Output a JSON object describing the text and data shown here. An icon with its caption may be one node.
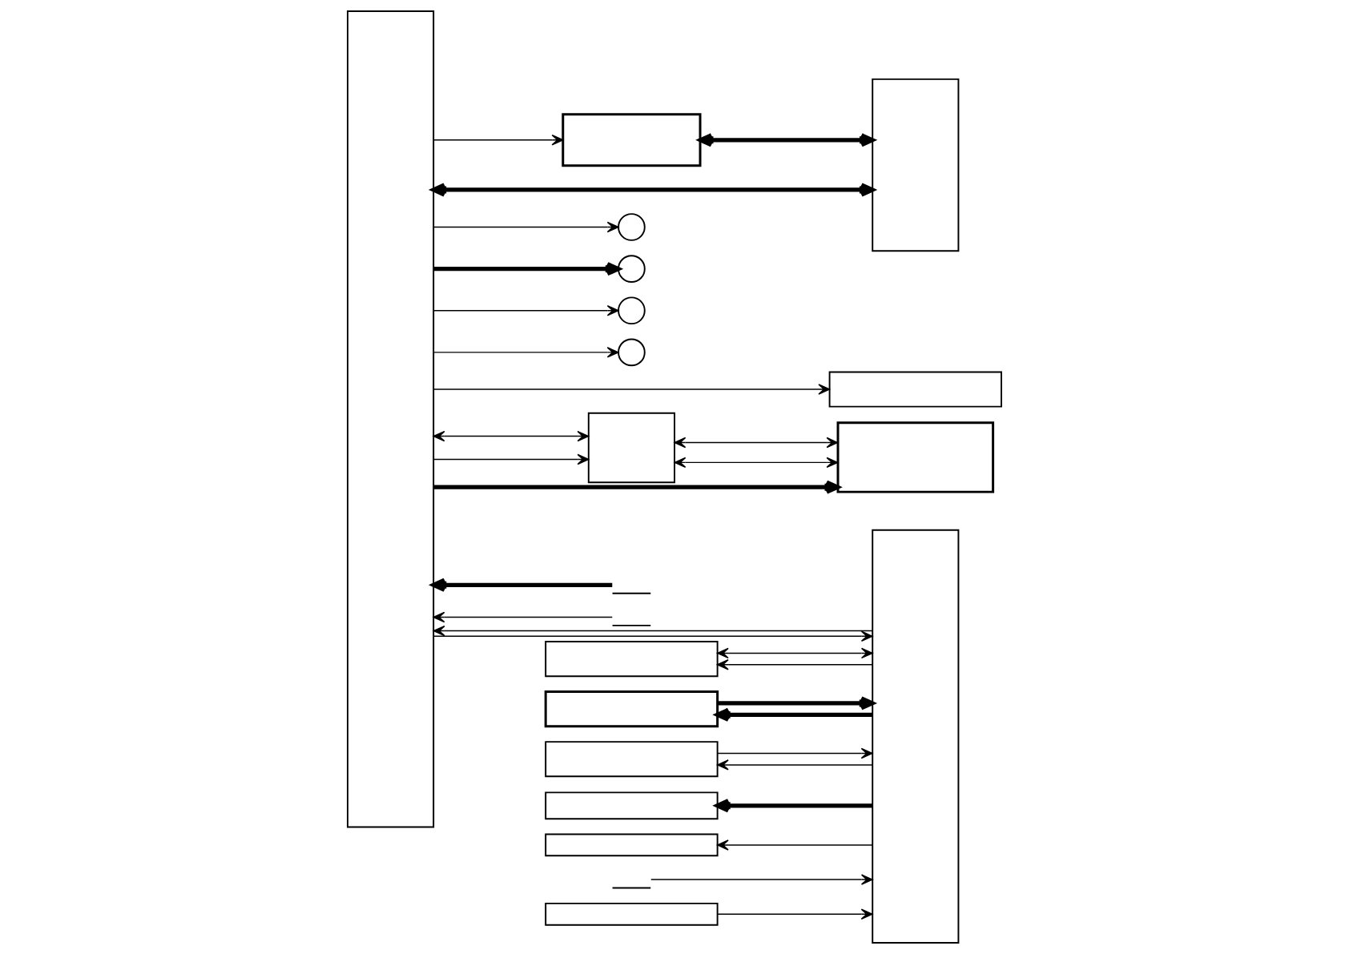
{
  "diagram": {
    "nodes": [
      {
        "text": [],
        "shape": "box"
      },
      {
        "text": [],
        "shape": "box"
      },
      {
        "text": [],
        "shape": "box"
      },
      {
        "text": [],
        "shape": "circle"
      },
      {
        "text": [],
        "shape": "circle"
      },
      {
        "text": [],
        "shape": "circle"
      },
      {
        "text": [],
        "shape": "circle"
      },
      {
        "text": [],
        "shape": "switch"
      },
      {
        "text": [],
        "shape": "switch"
      },
      {
        "text": [],
        "shape": "box"
      },
      {
        "text": [],
        "shape": "box"
      },
      {
        "text": [],
        "shape": "box"
      },
      {
        "text": [],
        "shape": "box"
      },
      {
        "text": [],
        "shape": "box"
      },
      {
        "text": [],
        "shape": "box"
      },
      {
        "text": [],
        "shape": "switch"
      },
      {
        "text": [],
        "shape": "box"
      },
      {
        "text": [],
        "shape": "box"
      },
      {
        "text": [],
        "shape": "box"
      },
      {
        "text": [],
        "shape": "box"
      }
    ],
    "edges": [
      {
        "from": 0,
        "to": 1,
        "arrow": "to"
      },
      {
        "from": 0,
        "to": 2,
        "arrow": "both",
        "style": "thick"
      },
      {
        "from": 2,
        "to": 1,
        "arrow": "both",
        "style": "thick"
      },
      {
        "from": 0,
        "to": 3,
        "arrow": "to"
      },
      {
        "from": 0,
        "to": 4,
        "arrow": "to",
        "style": "thick"
      },
      {
        "from": 0,
        "to": 5,
        "arrow": "to"
      },
      {
        "from": 0,
        "to": 6,
        "arrow": "to"
      },
      {
        "from": 7,
        "to": 0,
        "arrow": "to",
        "style": "thick"
      },
      {
        "from": 8,
        "to": 0,
        "arrow": "to"
      },
      {
        "from": 0,
        "to": 9,
        "arrow": "to"
      },
      {
        "from": 0,
        "to": 10,
        "arrow": "to"
      },
      {
        "from": 0,
        "to": 10,
        "arrow": "both"
      },
      {
        "from": 10,
        "to": 11,
        "arrow": "both"
      },
      {
        "from": 10,
        "to": 11,
        "arrow": "both"
      },
      {
        "from": 0,
        "to": 11,
        "arrow": "to",
        "style": "thick"
      },
      {
        "from": 0,
        "to": 12,
        "arrow": "to"
      },
      {
        "from": 12,
        "to": 0,
        "arrow": "to"
      },
      {
        "from": 12,
        "to": 13,
        "arrow": "to"
      },
      {
        "from": 12,
        "to": 13,
        "arrow": "both"
      },
      {
        "from": 14,
        "to": 12,
        "arrow": "to",
        "style": "thick"
      },
      {
        "from": 12,
        "to": 14,
        "arrow": "to",
        "style": "thick"
      },
      {
        "from": 15,
        "to": 12,
        "arrow": "to"
      },
      {
        "from": 16,
        "to": 12,
        "arrow": "to"
      },
      {
        "from": 12,
        "to": 16,
        "arrow": "to"
      },
      {
        "from": 12,
        "to": 17,
        "arrow": "to",
        "style": "thick"
      },
      {
        "from": 18,
        "to": 12,
        "arrow": "to"
      },
      {
        "from": 12,
        "to": 19,
        "arrow": "to"
      }
    ]
  }
}
